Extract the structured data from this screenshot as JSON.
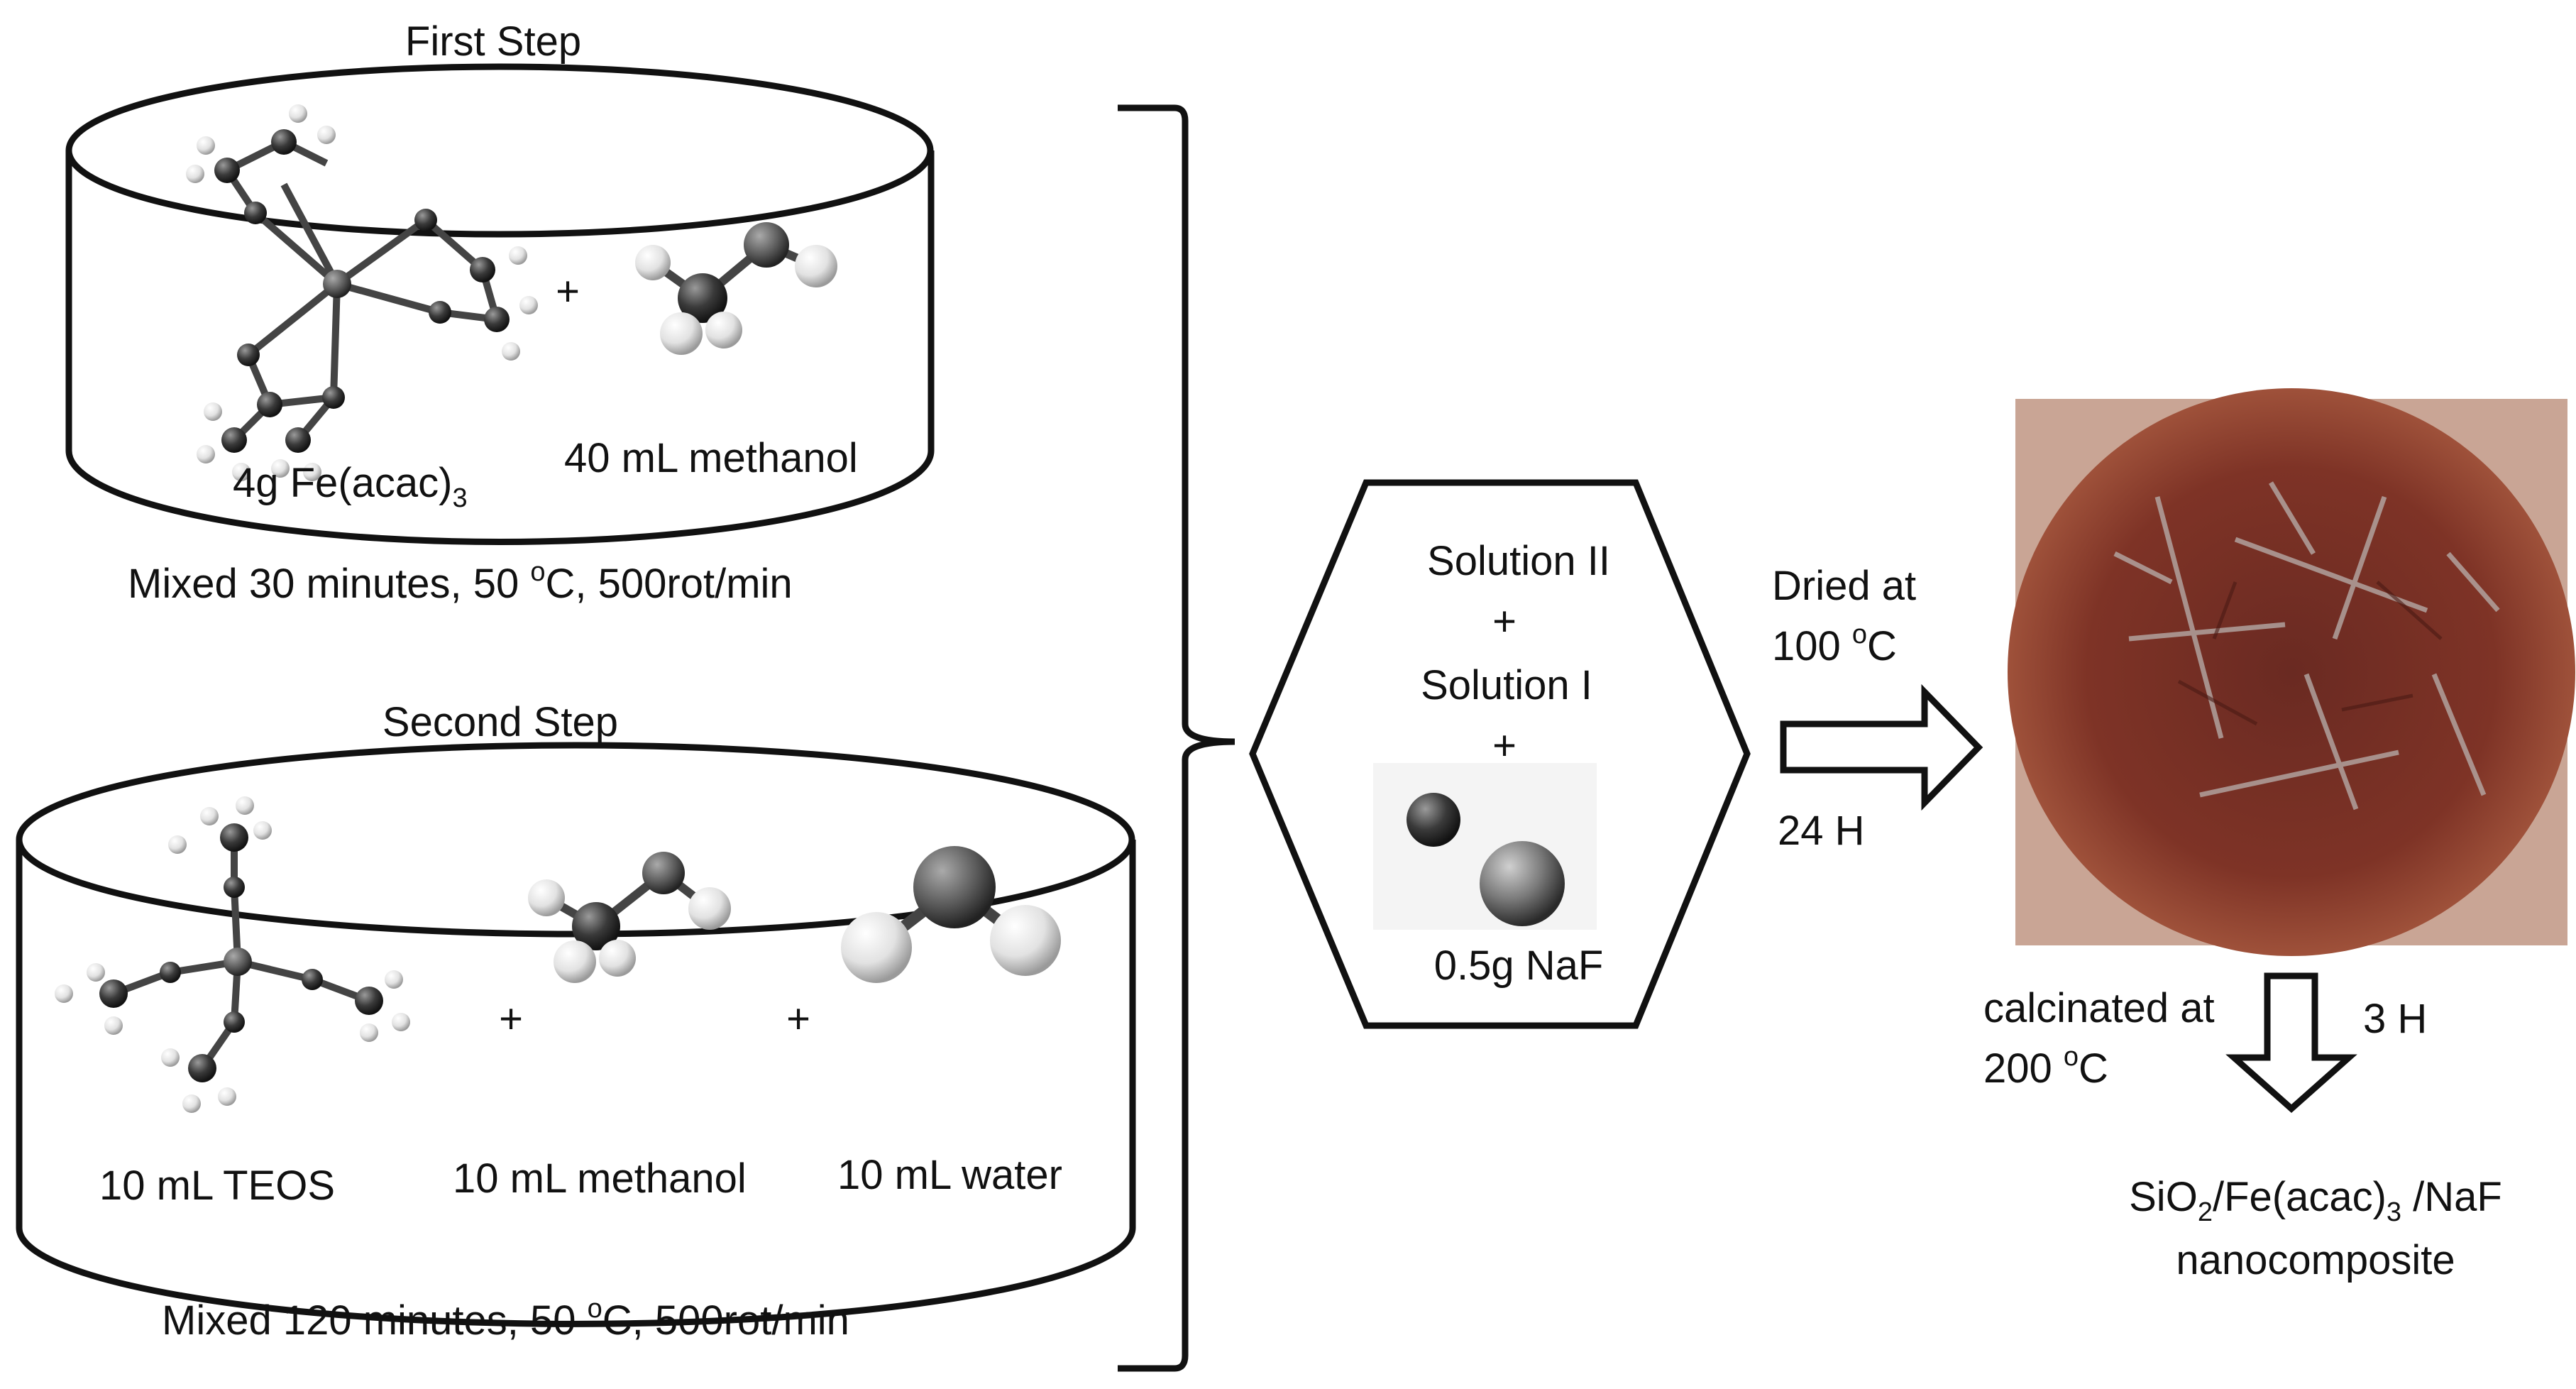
{
  "first_step": {
    "title": "First Step",
    "reagent_1": "4g Fe(acac)",
    "reagent_1_sub": "3",
    "plus": "+",
    "reagent_2": "40 mL methanol",
    "conditions_prefix": "Mixed 30 minutes, 50 ",
    "conditions_deg": "o",
    "conditions_suffix": "C, 500rot/min",
    "molecules": [
      "Fe(acac)3 ball-and-stick model",
      "methanol ball-and-stick model"
    ]
  },
  "second_step": {
    "title": "Second Step",
    "reagent_1": "10 mL TEOS",
    "reagent_2": "10 mL methanol",
    "reagent_3": "10 mL water",
    "plus_1": "+",
    "plus_2": "+",
    "conditions_prefix": "Mixed 120 minutes, 50 ",
    "conditions_deg": "o",
    "conditions_suffix": "C, 500rot/min",
    "molecules": [
      "TEOS ball-and-stick model",
      "methanol ball-and-stick model",
      "water ball-and-stick model"
    ]
  },
  "mixing": {
    "line_1": "Solution II",
    "plus_1": "+",
    "line_2": "Solution I",
    "plus_2": "+",
    "reagent": "0.5g NaF",
    "molecule": "NaF ions model"
  },
  "drying": {
    "line_1": "Dried at",
    "line_2_prefix": "100 ",
    "line_2_deg": "o",
    "line_2_suffix": "C",
    "duration": "24 H"
  },
  "calcination": {
    "line_1": "calcinated at",
    "line_2_prefix": "200 ",
    "line_2_deg": "o",
    "line_2_suffix": "C",
    "duration": "3 H"
  },
  "product": {
    "line_1_p1": "SiO",
    "line_1_sub1": "2",
    "line_1_p2": "/Fe(acac)",
    "line_1_sub2": "3",
    "line_1_p3": " /NaF",
    "line_2": "nanocomposite",
    "photo": "photo of dried reddish-brown product in dish"
  },
  "colors": {
    "outline": "#111111",
    "carbon": "#3a3a3a",
    "hydrogen": "#e8e8e8",
    "product_red": "#8a3a2a"
  }
}
